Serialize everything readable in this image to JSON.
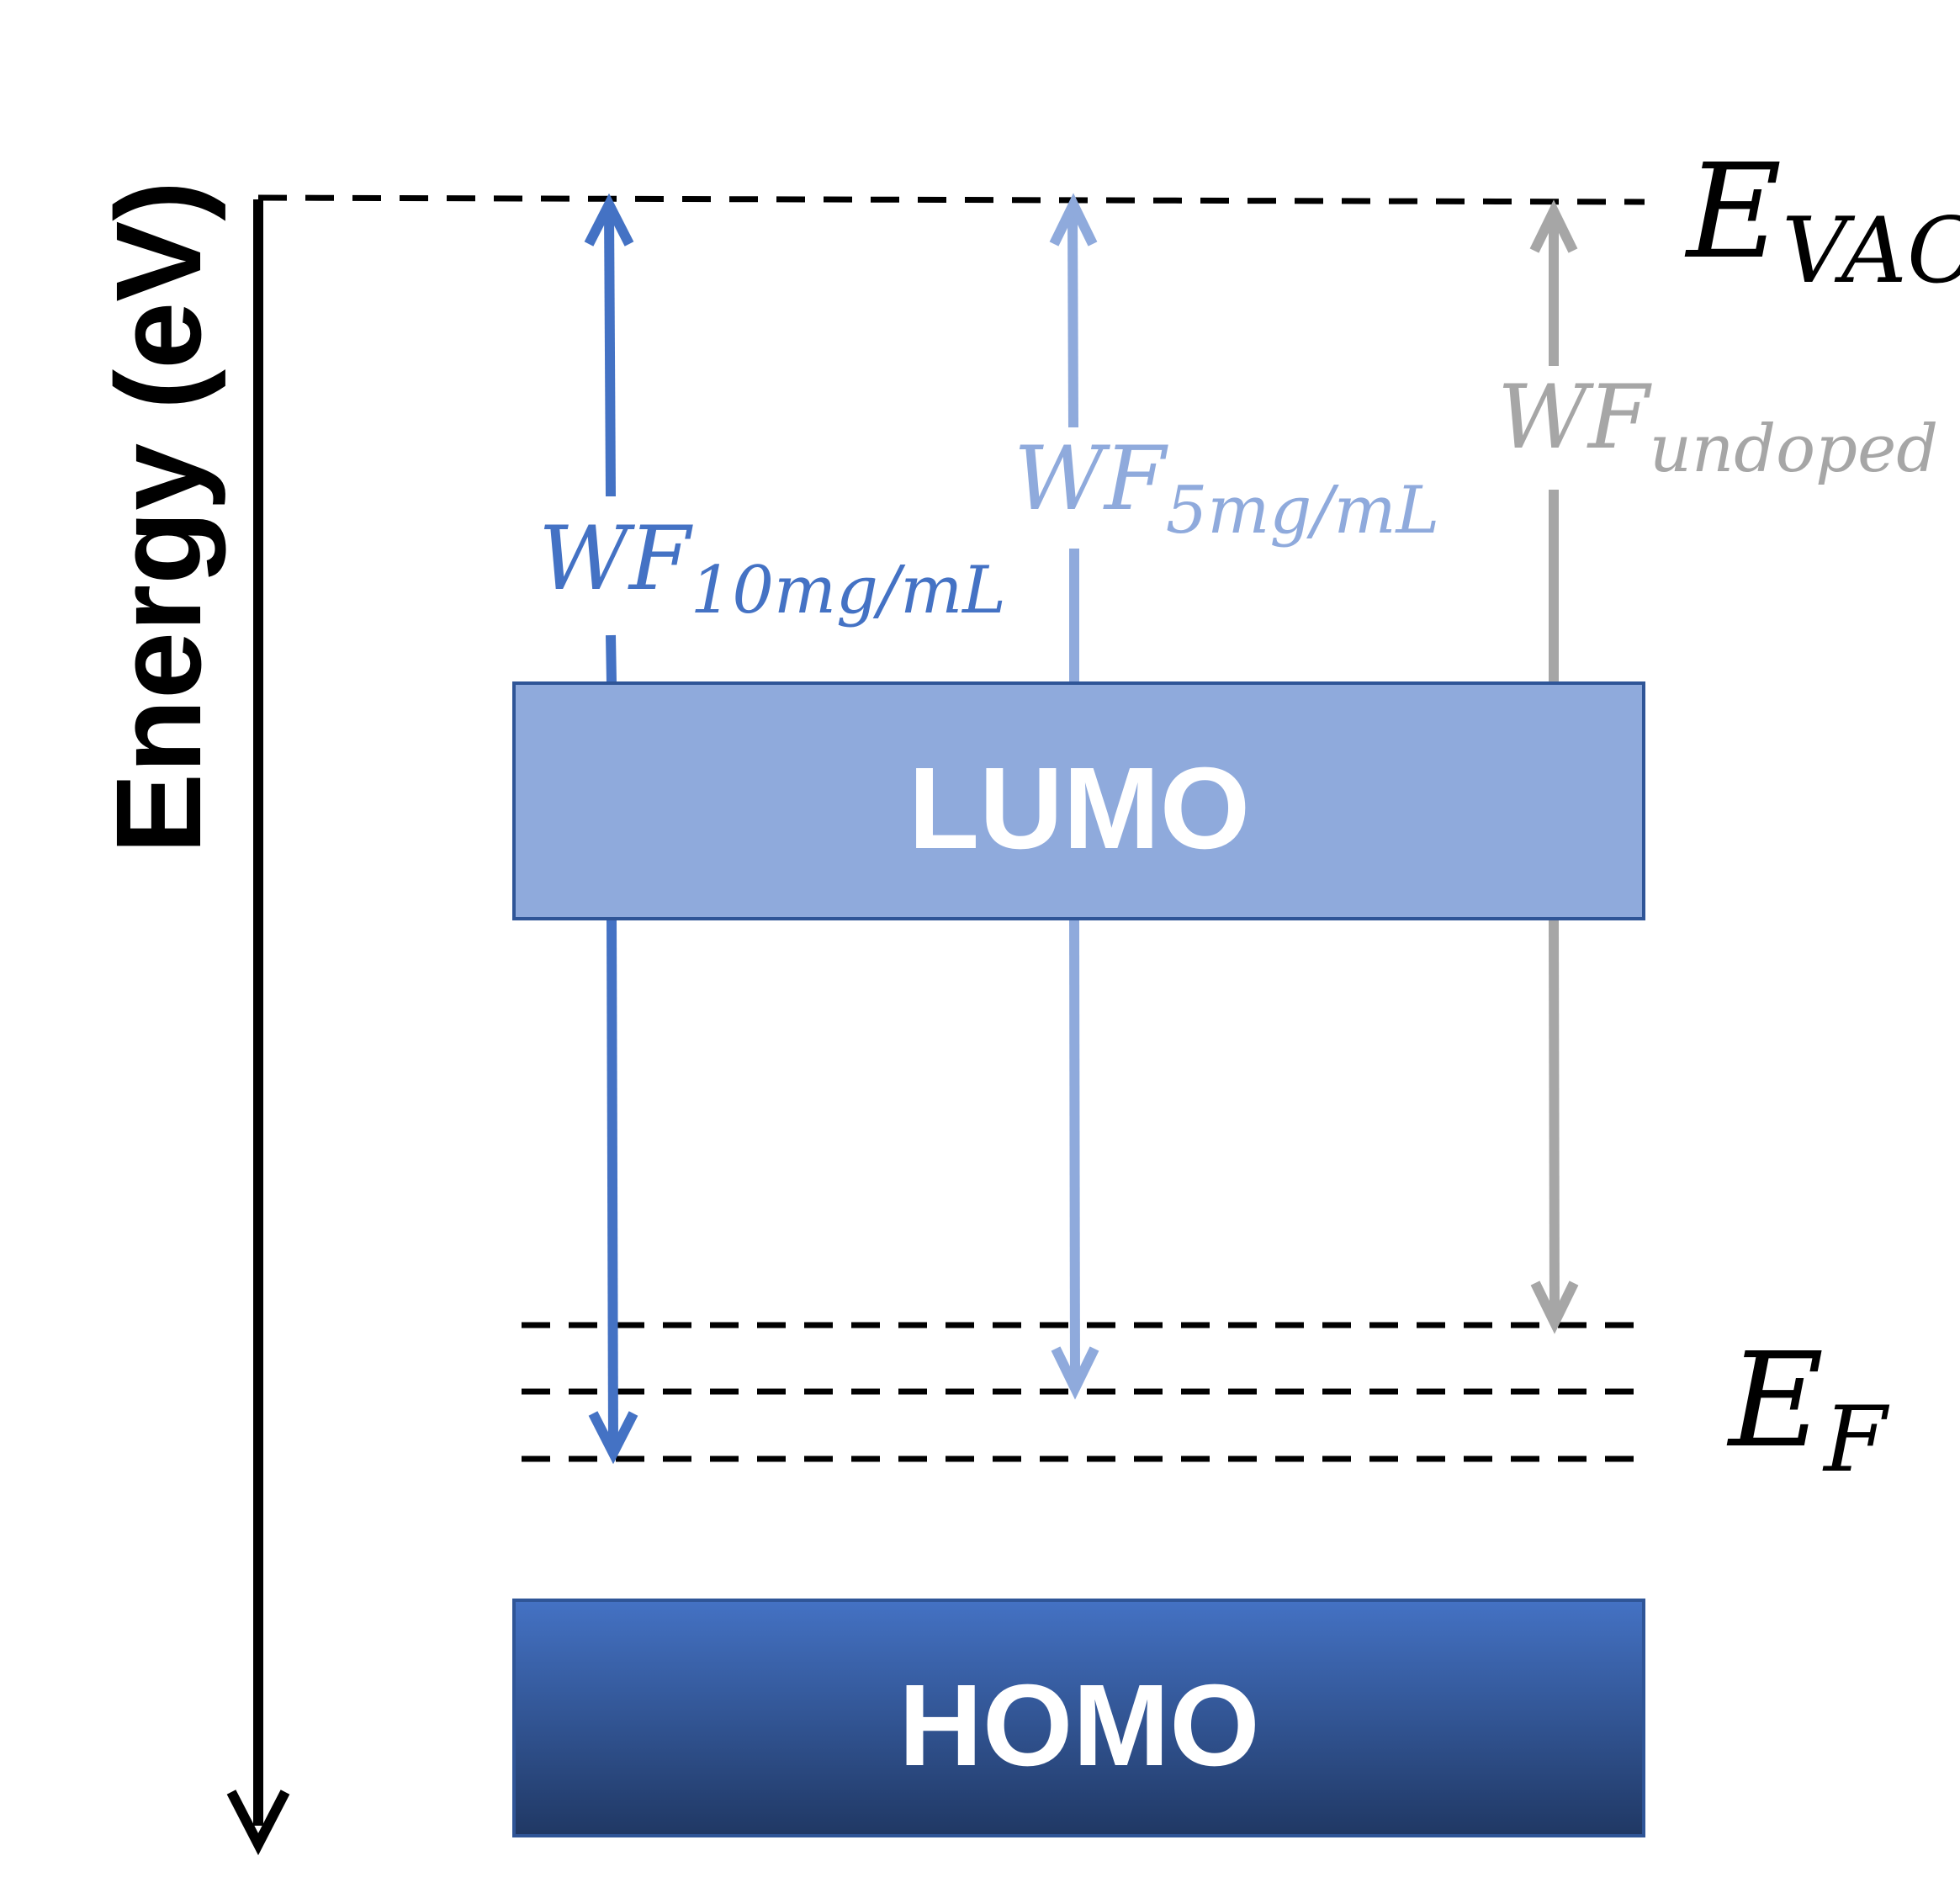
{
  "axis": {
    "label": "Energy (eV)"
  },
  "levels": {
    "vacuum": {
      "symbol": "E",
      "subscript": "VAC"
    },
    "fermi": {
      "symbol": "E",
      "subscript": "F"
    }
  },
  "bands": {
    "lumo": {
      "label": "LUMO",
      "color": "#8faadc",
      "border": "#2f5597"
    },
    "homo": {
      "label": "HOMO",
      "color_top": "#4472c4",
      "color_bottom": "#203864",
      "border": "#2f5597"
    }
  },
  "work_functions": [
    {
      "symbol": "WF",
      "subscript": "10mg/mL",
      "color": "#4472c4"
    },
    {
      "symbol": "WF",
      "subscript": "5mg/mL",
      "color": "#8faadc"
    },
    {
      "symbol": "WF",
      "subscript": "undoped",
      "color": "#a6a6a6"
    }
  ]
}
